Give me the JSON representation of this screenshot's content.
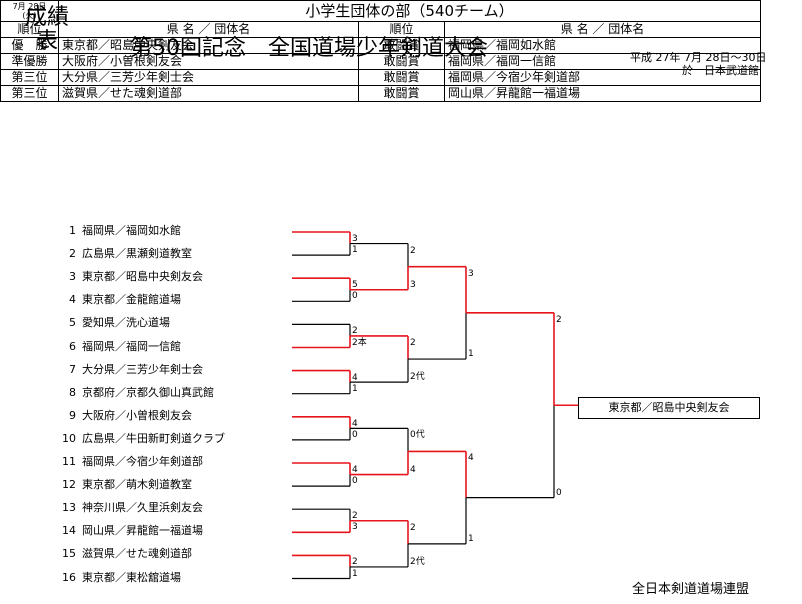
{
  "header": {
    "doc_label": "成績表",
    "title": "第50回記念　全国道場少年剣道大会",
    "date_range": "平成 27年 7月 28日～30日",
    "venue": "於　日本武道館"
  },
  "results": {
    "date": "7月 28日",
    "weekday": "(火)",
    "division": "小学生団体の部（540チーム）",
    "col_rank": "順位",
    "col_team": "県 名 ／ 団体名",
    "rows": [
      {
        "rank": "優　勝",
        "team": "東京都／昭島中央剣友会",
        "award": "敢闘賞",
        "award_team": "福岡県／福岡如水館"
      },
      {
        "rank": "準優勝",
        "team": "大阪府／小曽根剣友会",
        "award": "敢闘賞",
        "award_team": "福岡県／福岡一信館"
      },
      {
        "rank": "第三位",
        "team": "大分県／三芳少年剣士会",
        "award": "敢闘賞",
        "award_team": "福岡県／今宿少年剣道部"
      },
      {
        "rank": "第三位",
        "team": "滋賀県／せた魂剣道部",
        "award": "敢闘賞",
        "award_team": "岡山県／昇龍館一福道場"
      }
    ]
  },
  "bracket": {
    "teams": [
      {
        "num": "1",
        "name": "福岡県／福岡如水館"
      },
      {
        "num": "2",
        "name": "広島県／黒瀬剣道教室"
      },
      {
        "num": "3",
        "name": "東京都／昭島中央剣友会"
      },
      {
        "num": "4",
        "name": "東京都／金龍館道場"
      },
      {
        "num": "5",
        "name": "愛知県／洗心道場"
      },
      {
        "num": "6",
        "name": "福岡県／福岡一信館"
      },
      {
        "num": "7",
        "name": "大分県／三芳少年剣士会"
      },
      {
        "num": "8",
        "name": "京都府／京都久御山真武館"
      },
      {
        "num": "9",
        "name": "大阪府／小曽根剣友会"
      },
      {
        "num": "10",
        "name": "広島県／牛田新町剣道クラブ"
      },
      {
        "num": "11",
        "name": "福岡県／今宿少年剣道部"
      },
      {
        "num": "12",
        "name": "東京都／萌木剣道教室"
      },
      {
        "num": "13",
        "name": "神奈川県／久里浜剣友会"
      },
      {
        "num": "14",
        "name": "岡山県／昇龍館一福道場"
      },
      {
        "num": "15",
        "name": "滋賀県／せた魂剣道部"
      },
      {
        "num": "16",
        "name": "東京都／東松舘道場"
      }
    ],
    "r1_scores": [
      [
        "3",
        "1"
      ],
      [
        "5",
        "0"
      ],
      [
        "2",
        "2本"
      ],
      [
        "4",
        "1"
      ],
      [
        "4",
        "0"
      ],
      [
        "4",
        "0"
      ],
      [
        "2",
        "3"
      ],
      [
        "2",
        "1"
      ]
    ],
    "r1_winners": [
      0,
      0,
      1,
      0,
      0,
      0,
      1,
      0
    ],
    "r2_scores": [
      [
        "2",
        "3"
      ],
      [
        "2",
        "2代"
      ],
      [
        "0代",
        "4"
      ],
      [
        "2",
        "2代"
      ]
    ],
    "r2_winners": [
      1,
      0,
      1,
      0
    ],
    "r3_scores": [
      [
        "3",
        "1"
      ],
      [
        "4",
        "1"
      ]
    ],
    "r3_winners": [
      0,
      0
    ],
    "final_scores": [
      "2",
      "0"
    ],
    "final_winner": 0,
    "champion": "東京都／昭島中央剣友会"
  },
  "footer": {
    "federation": "全日本剣道道場連盟"
  },
  "colors": {
    "win_line": "#e8141c",
    "lose_line": "#000000"
  }
}
